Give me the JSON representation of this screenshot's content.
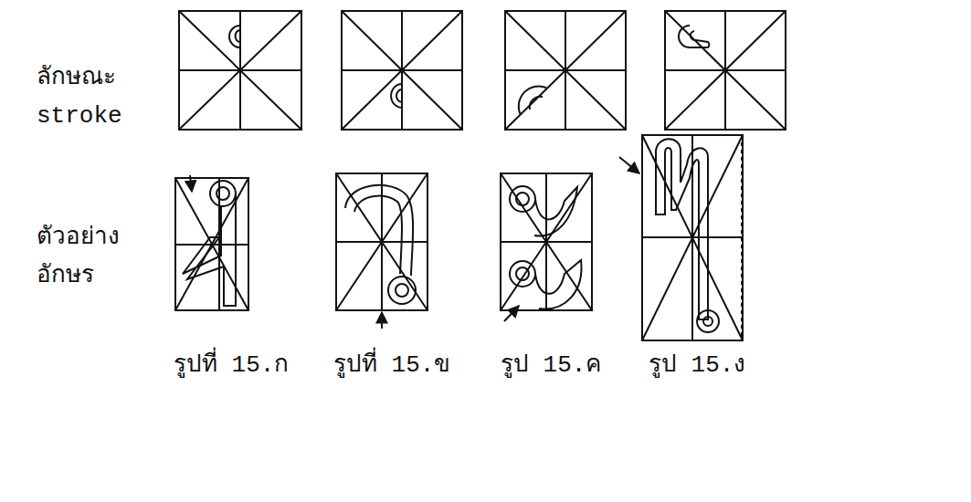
{
  "diagram": {
    "labels": [
      "ลักษณะ stroke",
      "ตัวอย่าง อักษร",
      "รูปที่ 15.ก",
      "รูปที่ 15.ข",
      "รูป 15.ค",
      "รูป 15.ง"
    ]
  }
}
